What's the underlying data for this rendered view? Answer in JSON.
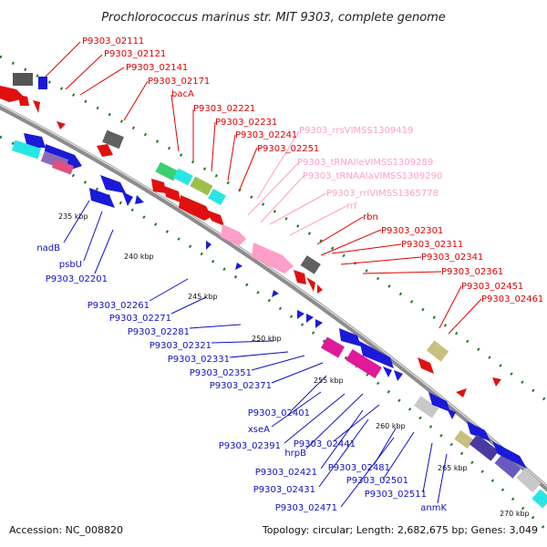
{
  "title": "Prochlorococcus marinus str. MIT 9303, complete genome",
  "footer": {
    "accession": "Accession: NC_008820",
    "topology": "Topology: circular; Length: 2,682,675 bp; Genes: 3,049"
  },
  "colors": {
    "forward_label": "#e00000",
    "reverse_label": "#1010c0",
    "rna_label": "#ff9ec8",
    "backbone": "#909090",
    "tick": "#1e7a1e"
  },
  "ticks": [
    "235 kbp",
    "240 kbp",
    "245 kbp",
    "250 kbp",
    "255 kbp",
    "260 kbp",
    "265 kbp",
    "270 kbp"
  ],
  "labels": {
    "top": [
      "P9303_02111",
      "P9303_02121",
      "P9303_02141",
      "P9303_02171",
      "bacA",
      "P9303_02221",
      "P9303_02231",
      "P9303_02241",
      "P9303_02251",
      "P9303_rrsVIMSS1309419",
      "P9303_tRNAIleVIMSS1309289",
      "P9303_tRNAAlaVIMSS1309290",
      "P9303_rrlVIMSS1365778",
      "rrf",
      "rbn",
      "P9303_02301",
      "P9303_02311",
      "P9303_02341",
      "P9303_02361",
      "P9303_02451",
      "P9303_02461"
    ],
    "bottom": [
      "nadB",
      "psbU",
      "P9303_02201",
      "P9303_02261",
      "P9303_02271",
      "P9303_02281",
      "P9303_02321",
      "P9303_02331",
      "P9303_02351",
      "P9303_02371",
      "P9303_02401",
      "xseA",
      "P9303_02391",
      "hrpB",
      "P9303_02441",
      "P9303_02421",
      "P9303_02481",
      "P9303_02431",
      "P9303_02501",
      "P9303_02511",
      "P9303_02471",
      "anmK"
    ]
  }
}
